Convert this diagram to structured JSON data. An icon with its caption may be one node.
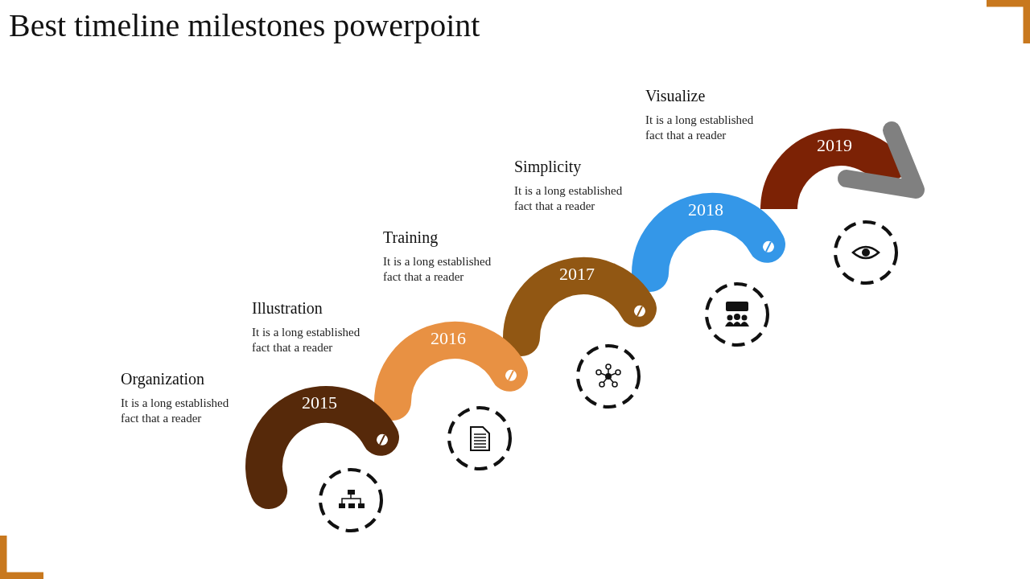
{
  "diagram": {
    "title": "Best timeline milestones powerpoint",
    "nodes": [
      {
        "text": [
          "2015"
        ],
        "beside": [
          "Organization",
          "It is a long established fact that a reader"
        ]
      },
      {
        "text": [
          "2016"
        ],
        "beside": [
          "Illustration",
          "It is a long established fact that a reader"
        ]
      },
      {
        "text": [
          "2017"
        ],
        "beside": [
          "Training",
          "It is a long established fact that a reader"
        ]
      },
      {
        "text": [
          "2018"
        ],
        "beside": [
          "Simplicity",
          "It is a long established fact that a reader"
        ]
      },
      {
        "text": [
          "2019"
        ],
        "beside": [
          "Visualize",
          "It is a long established fact that a reader"
        ]
      }
    ]
  }
}
